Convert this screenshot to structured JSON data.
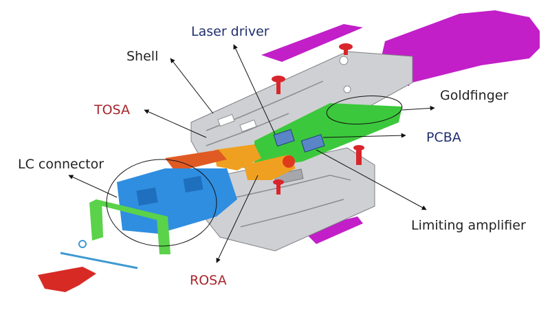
{
  "labels": {
    "laser_driver": "Laser driver",
    "shell": "Shell",
    "goldfinger": "Goldfinger",
    "tosa": "TOSA",
    "pcba": "PCBA",
    "lc_connector": "LC connector",
    "limiting_amplifier": "Limiting amplifier",
    "rosa": "ROSA"
  },
  "colors": {
    "label_dark": "#222222",
    "label_navy": "#1f2e6e",
    "label_red": "#a8242a",
    "shell": "#cfd0d3",
    "shell_edge": "#7d7f84",
    "goldfinger": "#c21fc8",
    "pcba": "#3cc83c",
    "tosa": "#f0a020",
    "lc_connector": "#2f8ee0",
    "latch": "#5ad24a",
    "screw": "#d8262c",
    "chip": "#5a86c8",
    "cover": "#e05a24",
    "pull_tab": "#d82a24",
    "fiber": "#3d9ad0"
  }
}
